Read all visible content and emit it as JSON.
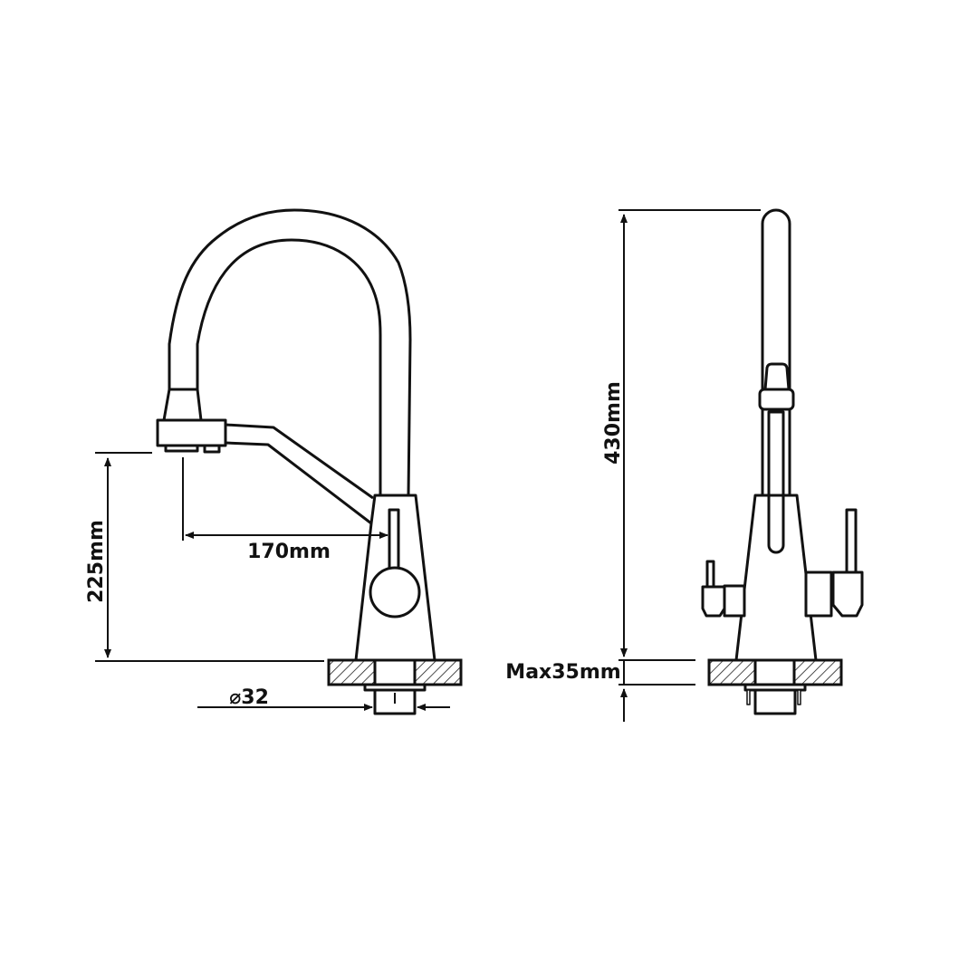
{
  "diagram": {
    "side_view": {
      "height_label": "225mm",
      "reach_label": "170mm",
      "hole_diameter_label": "⌀32"
    },
    "front_view": {
      "height_label": "430mm",
      "deck_thickness_label": "Max35mm"
    },
    "colors": {
      "line": "#111111",
      "background": "#ffffff"
    }
  }
}
